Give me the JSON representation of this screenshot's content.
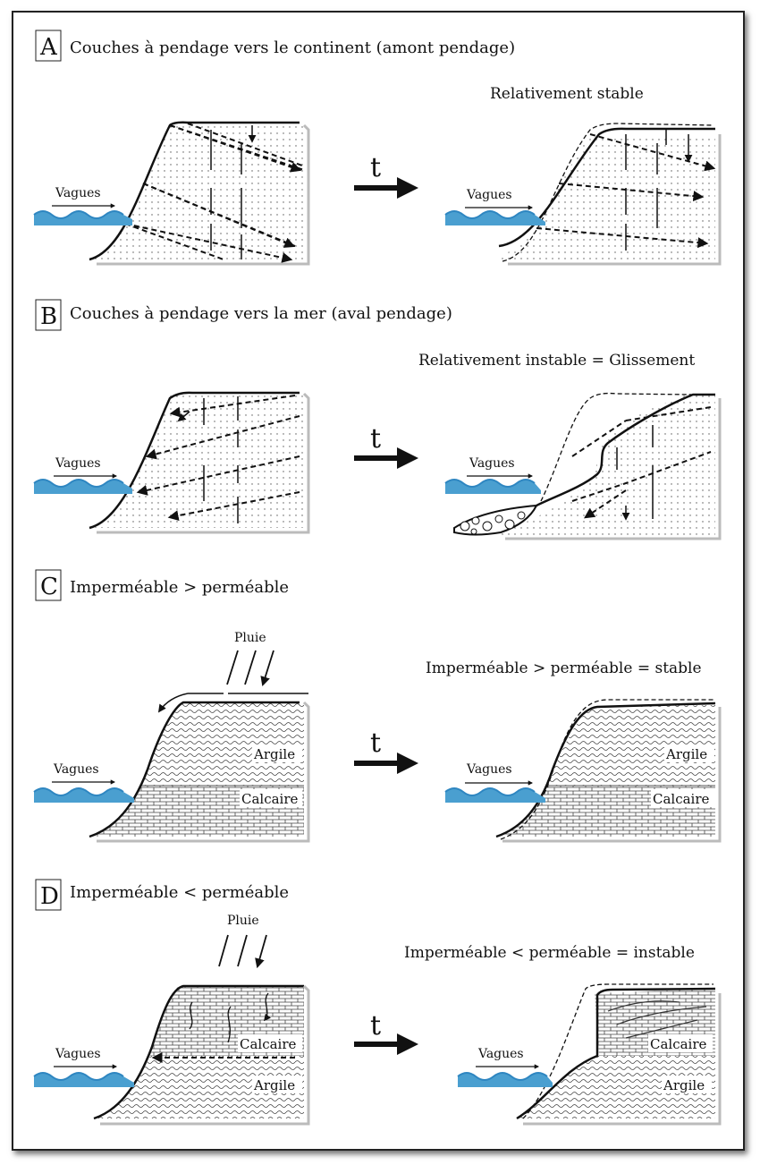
{
  "panels": [
    {
      "letter": "A",
      "title": "Couches à pendage vers le continent (amont pendage)",
      "result": "Relativement stable"
    },
    {
      "letter": "B",
      "title": "Couches à pendage vers la mer (aval pendage)",
      "result": "Relativement instable = Glissement"
    },
    {
      "letter": "C",
      "title": "Imperméable > perméable",
      "result": "Imperméable > perméable = stable"
    },
    {
      "letter": "D",
      "title": "Imperméable < perméable",
      "result": "Imperméable < perméable = instable"
    }
  ],
  "labels": {
    "waves": "Vagues",
    "time": "t",
    "rain": "Pluie",
    "clay": "Argile",
    "limestone": "Calcaire"
  },
  "colors": {
    "water": "#4a9fd0",
    "water_dark": "#2e86c1",
    "ink": "#111111"
  }
}
